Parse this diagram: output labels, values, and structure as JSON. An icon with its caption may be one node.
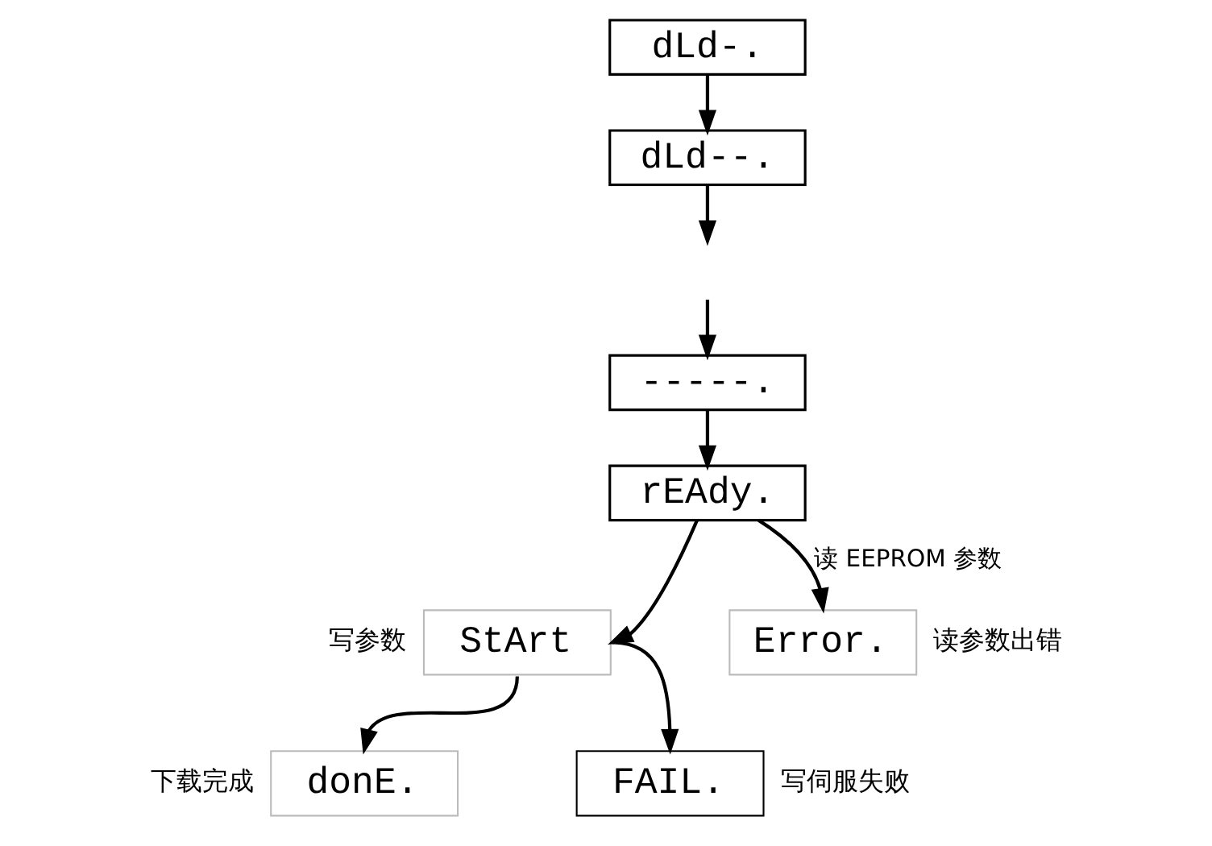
{
  "diagram": {
    "nodes": [
      {
        "text": [
          "dLd-."
        ]
      },
      {
        "text": [
          "dLd--."
        ]
      },
      {
        "text": [
          "-----."
        ]
      },
      {
        "text": [
          "rEAdy."
        ]
      },
      {
        "text": [
          "StArt"
        ],
        "beside": [
          "写参数"
        ]
      },
      {
        "text": [
          "Error."
        ],
        "beside": [
          "读参数出错"
        ]
      },
      {
        "text": [
          "donE."
        ],
        "beside": [
          "下载完成"
        ]
      },
      {
        "text": [
          "FAIL."
        ],
        "beside": [
          "写伺服失败"
        ]
      }
    ],
    "edges": [
      {
        "from": 0,
        "to": 1,
        "arrow": "to"
      },
      {
        "from": 1,
        "to": null,
        "arrow": "to"
      },
      {
        "from": null,
        "to": 2,
        "arrow": "to"
      },
      {
        "from": 2,
        "to": 3,
        "arrow": "to"
      },
      {
        "from": 3,
        "to": 4,
        "arrow": "to"
      },
      {
        "from": 3,
        "to": 5,
        "arrow": "to",
        "label": "读 EEPROM 参数"
      },
      {
        "from": 4,
        "to": 6,
        "arrow": "to"
      },
      {
        "from": 4,
        "to": 7,
        "arrow": "to"
      }
    ]
  }
}
